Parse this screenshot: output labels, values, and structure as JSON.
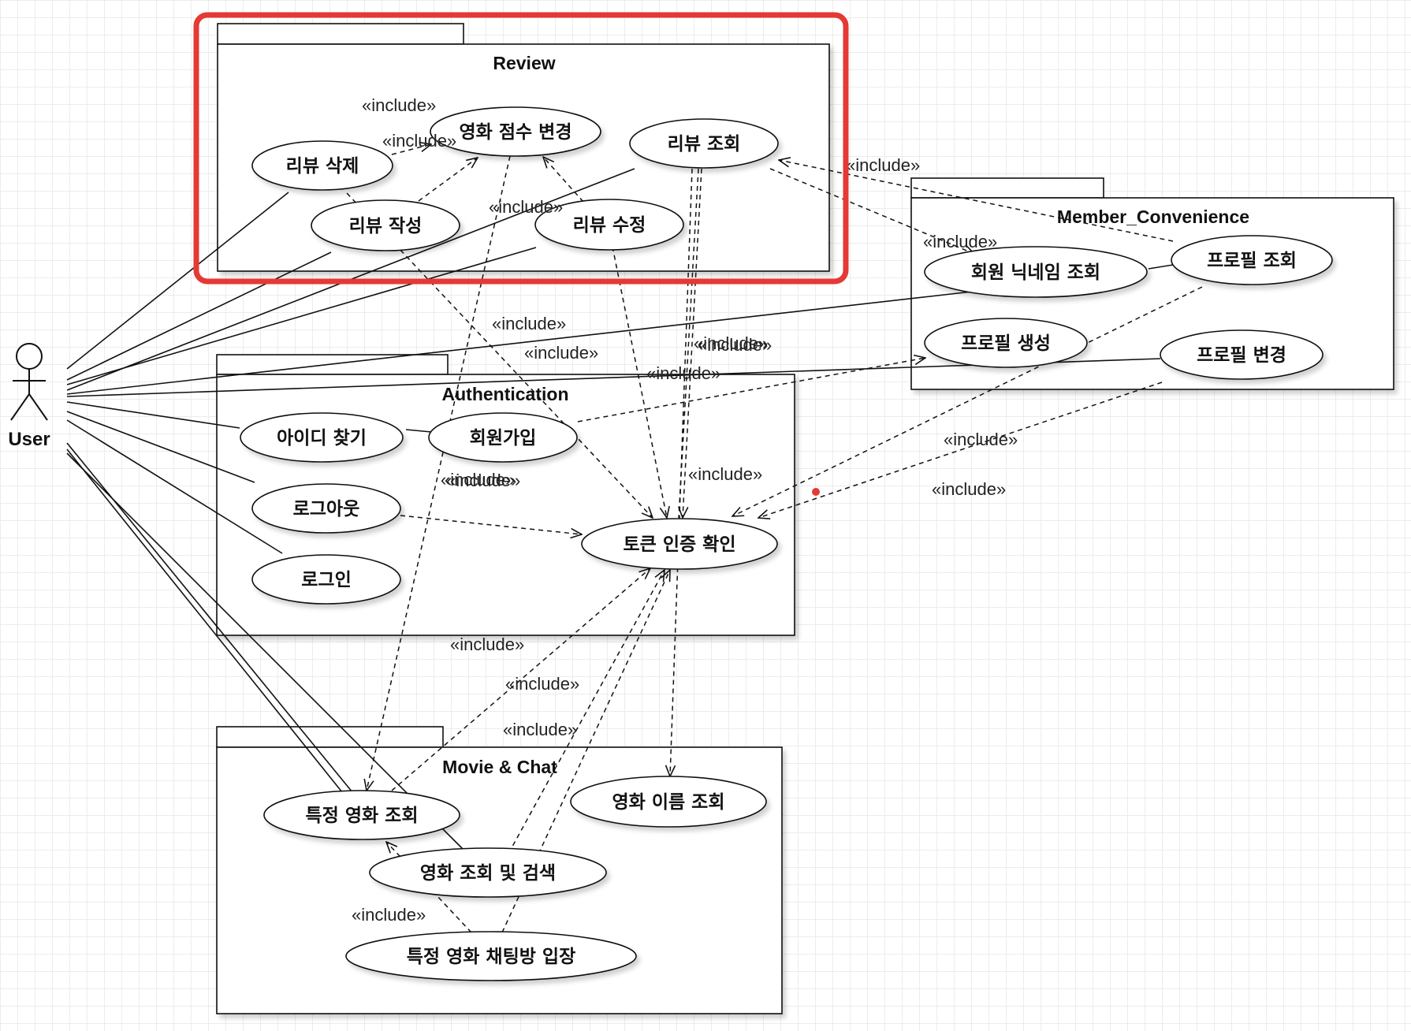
{
  "actor": {
    "name": "User"
  },
  "packages": {
    "review": {
      "title": "Review"
    },
    "member": {
      "title": "Member_Convenience"
    },
    "auth": {
      "title": "Authentication"
    },
    "movie": {
      "title": "Movie & Chat"
    }
  },
  "use_cases": {
    "score_change": "영화 점수 변경",
    "review_view": "리뷰 조회",
    "review_delete": "리뷰 삭제",
    "review_write": "리뷰 작성",
    "review_edit": "리뷰 수정",
    "nickname_view": "회원 닉네임 조회",
    "profile_view": "프로필 조회",
    "profile_create": "프로필 생성",
    "profile_edit": "프로필 변경",
    "find_id": "아이디 찾기",
    "signup": "회원가입",
    "logout": "로그아웃",
    "login": "로그인",
    "token_check": "토큰 인증 확인",
    "movie_detail": "특정 영화 조회",
    "movie_name": "영화 이름 조회",
    "movie_search": "영화 조회 및 검색",
    "chat_enter": "특정 영화 채팅방 입장"
  },
  "stereotype": "«include»",
  "highlight_color": "#e53935"
}
